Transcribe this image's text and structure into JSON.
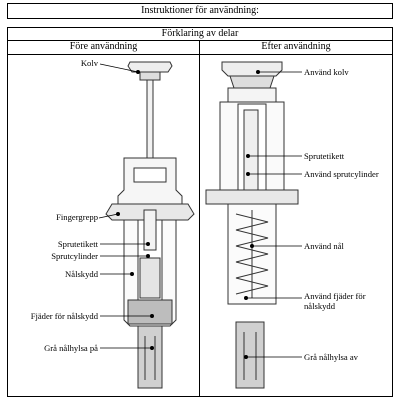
{
  "header": {
    "title": "Instruktioner för användning:"
  },
  "section": {
    "title": "Förklaring av delar"
  },
  "columns": {
    "before": "Före användning",
    "after": "Efter användning"
  },
  "before_labels": {
    "plunger": "Kolv",
    "finger_grip": "Fingergrepp",
    "syringe_label": "Sprutetikett",
    "syringe_barrel": "Sprutcylinder",
    "needle_guard": "Nålskydd",
    "needle_guard_spring": "Fjäder för nålskydd",
    "grey_needle_cap_on": "Grå nålhylsa på"
  },
  "after_labels": {
    "used_plunger": "Använd kolv",
    "syringe_label": "Sprutetikett",
    "used_syringe_barrel": "Använd sprutcylinder",
    "used_needle": "Använd nål",
    "used_needle_guard_spring_l1": "Använd fjäder för",
    "used_needle_guard_spring_l2": "nålskydd",
    "grey_needle_cap_off": "Grå nålhylsa av"
  }
}
